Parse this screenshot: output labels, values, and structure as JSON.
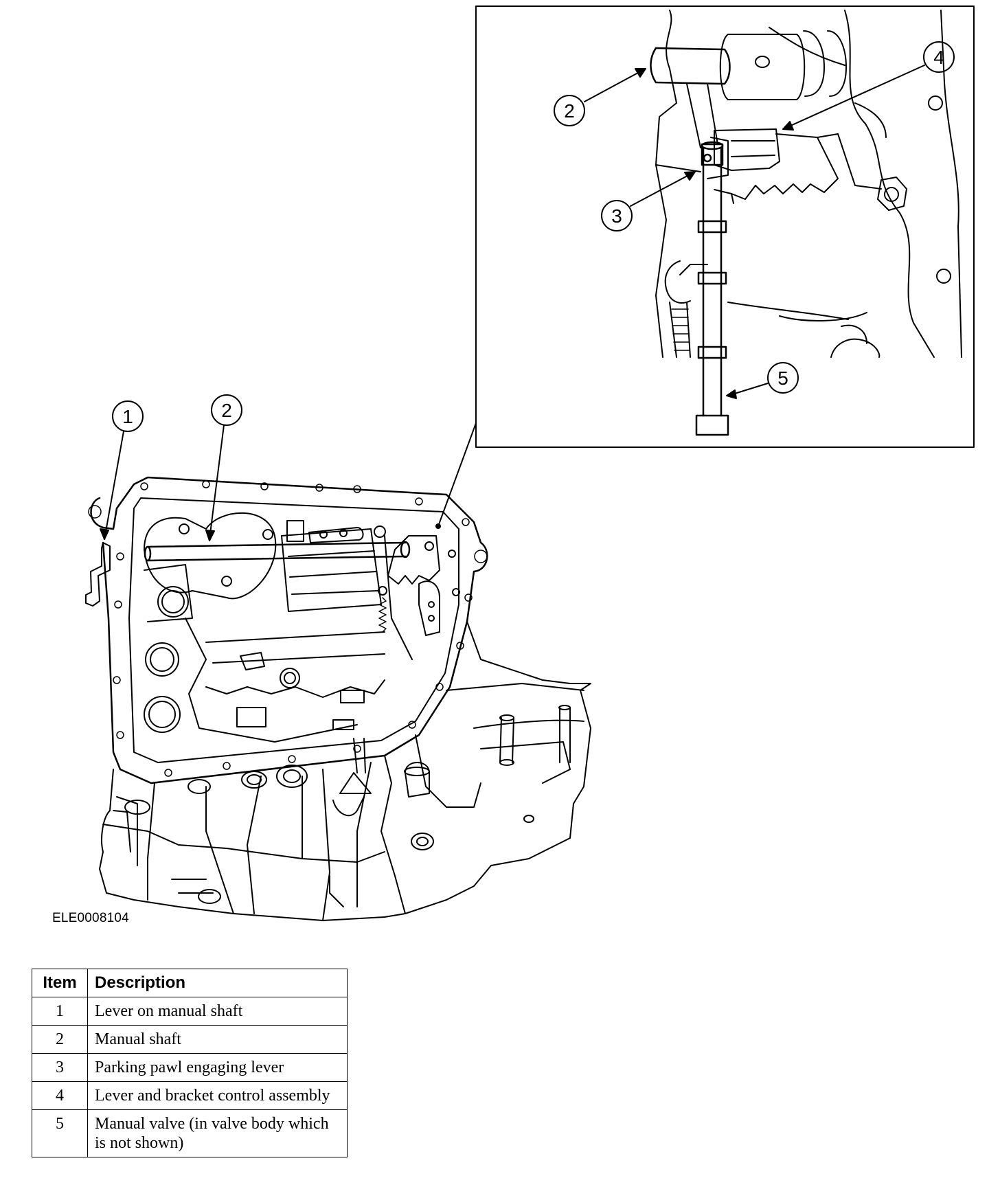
{
  "figure": {
    "id_label": "ELE0008104",
    "main_callouts": [
      "1",
      "2"
    ],
    "inset_callouts": [
      "2",
      "3",
      "4",
      "5"
    ]
  },
  "legend": {
    "headers": {
      "item": "Item",
      "description": "Description"
    },
    "rows": [
      {
        "item": "1",
        "description": "Lever on manual shaft"
      },
      {
        "item": "2",
        "description": "Manual shaft"
      },
      {
        "item": "3",
        "description": "Parking pawl engaging lever"
      },
      {
        "item": "4",
        "description": "Lever and bracket control assembly"
      },
      {
        "item": "5",
        "description": "Manual valve (in valve body which is not shown)"
      }
    ]
  }
}
